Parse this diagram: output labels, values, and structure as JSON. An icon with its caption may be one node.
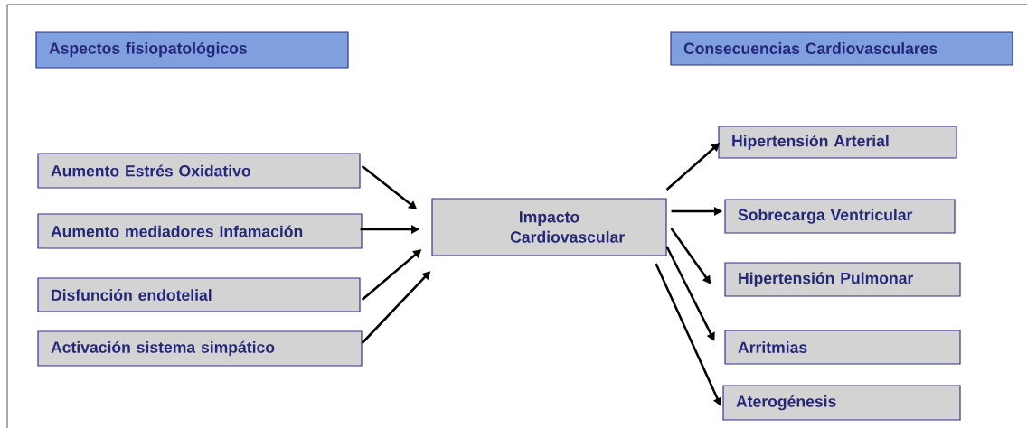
{
  "diagram": {
    "nodes": [
      {
        "text": [
          "Aspectos fisiopatológicos"
        ]
      },
      {
        "text": [
          "Consecuencias Cardiovasculares"
        ]
      },
      {
        "text": [
          "Aumento Estrés Oxidativo"
        ]
      },
      {
        "text": [
          "Aumento mediadores Infamación"
        ]
      },
      {
        "text": [
          "Disfunción endotelial"
        ]
      },
      {
        "text": [
          "Activación sistema simpático"
        ]
      },
      {
        "text": [
          "Impacto Cardiovascular"
        ]
      },
      {
        "text": [
          "Hipertensión Arterial"
        ]
      },
      {
        "text": [
          "Sobrecarga Ventricular"
        ]
      },
      {
        "text": [
          "Hipertensión Pulmonar"
        ]
      },
      {
        "text": [
          "Arritmias"
        ]
      },
      {
        "text": [
          "Aterogénesis"
        ]
      }
    ],
    "edges": [
      {
        "from": 2,
        "to": 6,
        "arrow": "to"
      },
      {
        "from": 3,
        "to": 6,
        "arrow": "to"
      },
      {
        "from": 4,
        "to": 6,
        "arrow": "to"
      },
      {
        "from": 5,
        "to": 6,
        "arrow": "to"
      },
      {
        "from": 6,
        "to": 7,
        "arrow": "to"
      },
      {
        "from": 6,
        "to": 8,
        "arrow": "to"
      },
      {
        "from": 6,
        "to": 9,
        "arrow": "to"
      },
      {
        "from": 6,
        "to": 10,
        "arrow": "to"
      },
      {
        "from": 6,
        "to": 11,
        "arrow": "to"
      }
    ]
  }
}
